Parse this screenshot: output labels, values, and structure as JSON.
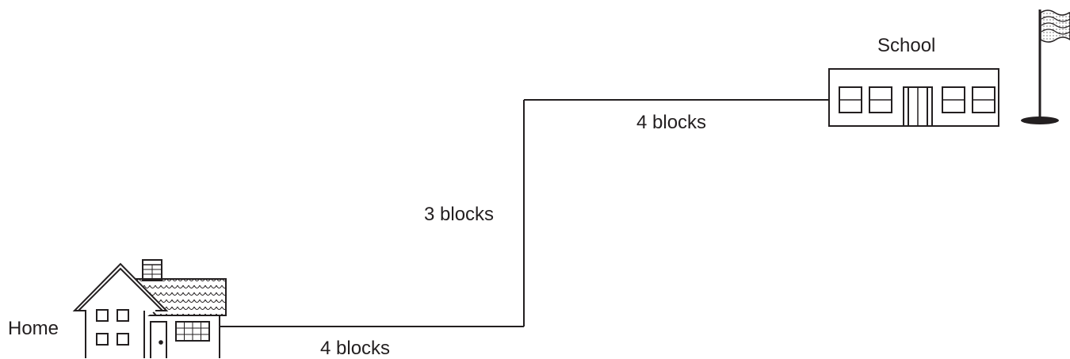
{
  "diagram": {
    "start_label": "Home",
    "end_label": "School",
    "route": [
      {
        "direction": "east",
        "label": "4 blocks",
        "blocks": 4
      },
      {
        "direction": "north",
        "label": "3 blocks",
        "blocks": 3
      },
      {
        "direction": "east",
        "label": "4 blocks",
        "blocks": 4
      }
    ],
    "colors": {
      "ink": "#231f20",
      "background": "#ffffff"
    },
    "icons": [
      "house-icon",
      "school-building-icon",
      "flag-icon"
    ]
  }
}
